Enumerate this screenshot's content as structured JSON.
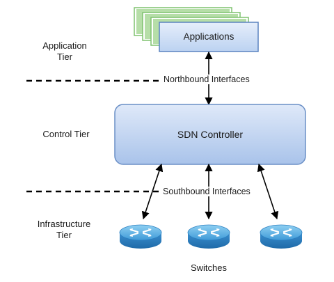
{
  "tiers": {
    "application": [
      "Application",
      "Tier"
    ],
    "control": [
      "Control Tier"
    ],
    "infrastructure": [
      "Infrastructure",
      "Tier"
    ]
  },
  "applications_box": {
    "label": "Applications",
    "stack_color": "#9ad08a",
    "face_color": "#cfe0f7",
    "stack_count": 4
  },
  "northbound_label": "Northbound Interfaces",
  "controller": {
    "label": "SDN Controller",
    "top_color": "#dfe9f9",
    "bottom_color": "#a9c3ea",
    "border_color": "#6a8fc6"
  },
  "southbound_label": "Southbound Interfaces",
  "switches": {
    "label": "Switches",
    "count": 3,
    "icon": "router-icon",
    "color": "#4aa3df"
  }
}
